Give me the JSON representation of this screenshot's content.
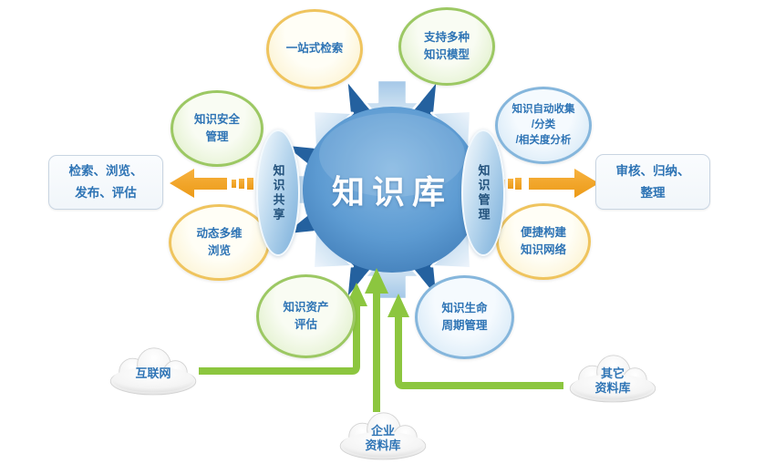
{
  "center": {
    "label": "知识库"
  },
  "hubs": {
    "share": "知识共享",
    "manage": "知识管理"
  },
  "features": {
    "one_stop_search": "一站式检索",
    "multi_models": "支持多种\n知识模型",
    "security": "知识安全\n管理",
    "auto_collect": "知识自动收集\n/分类\n/相关度分析",
    "dynamic_browse": "动态多维\n浏览",
    "easy_network": "便捷构建\n知识网络",
    "asset_eval": "知识资产\n评估",
    "lifecycle": "知识生命\n周期管理"
  },
  "boxes": {
    "left": "检索、浏览、\n发布、评估",
    "right": "审核、归纳、\n整理"
  },
  "sources": {
    "internet": "互联网",
    "enterprise": "企业\n资料库",
    "other": "其它\n资料库"
  },
  "colors": {
    "center_blue": "#4A86C4",
    "spike_navy": "#24619F",
    "accent_orange": "#F2A432",
    "connector_green": "#8CC63F",
    "bubble_yellow_border": "#EFC45E",
    "bubble_green_border": "#9CC863",
    "bubble_blue_border": "#85B6DC",
    "text_blue": "#2E74B5"
  }
}
